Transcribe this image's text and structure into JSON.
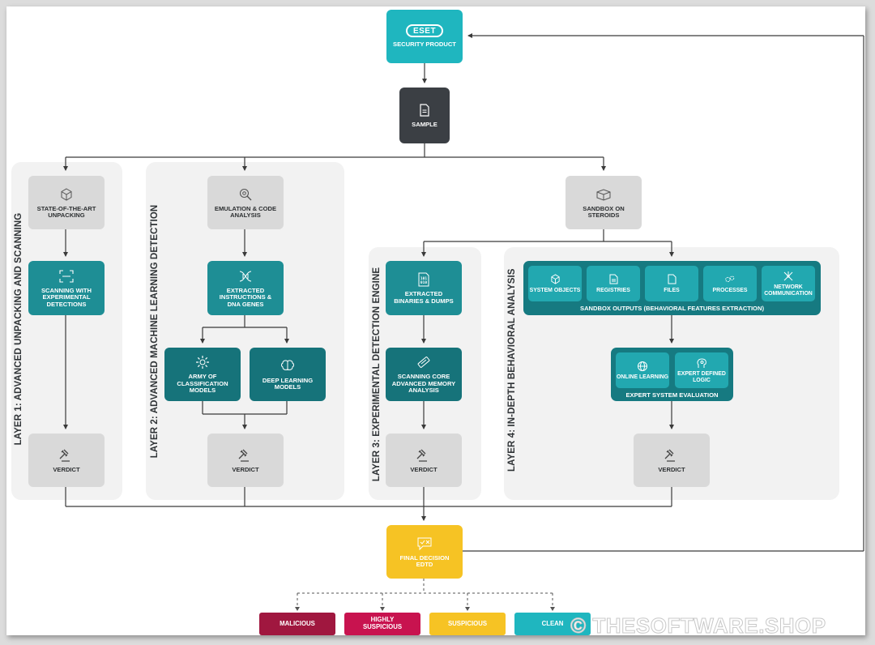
{
  "colors": {
    "gray_box": "#d9d9d9",
    "teal": "#1e8e95",
    "teal_dark": "#16737a",
    "cyan": "#1fb6bf",
    "dark": "#3b3f44",
    "yellow": "#f6c324",
    "malicious": "#a0173f",
    "highly_suspicious": "#c8134f",
    "suspicious": "#f6c324",
    "clean": "#1fb6bf",
    "panel": "#f2f2f2"
  },
  "top": {
    "logo": "eset",
    "security_product": "SECURITY PRODUCT",
    "sample": "SAMPLE"
  },
  "layer1": {
    "title": "LAYER 1: ADVANCED UNPACKING AND SCANNING",
    "unpacking": "STATE-OF-THE-ART UNPACKING",
    "scanning": "SCANNING WITH EXPERIMENTAL DETECTIONS",
    "verdict": "VERDICT"
  },
  "layer2": {
    "title": "LAYER 2: ADVANCED MACHINE LEARNING DETECTION",
    "emulation": "EMULATION & CODE ANALYSIS",
    "extracted": "EXTRACTED INSTRUCTIONS & DNA GENES",
    "army": "ARMY OF CLASSIFICATION MODELS",
    "deep": "DEEP LEARNING MODELS",
    "verdict": "VERDICT"
  },
  "sandbox": {
    "label": "SANDBOX ON STEROIDS"
  },
  "layer3": {
    "title": "LAYER 3: EXPERIMENTAL DETECTION ENGINE",
    "extracted": "EXTRACTED BINARIES & DUMPS",
    "scanning": "SCANNING CORE ADVANCED MEMORY ANALYSIS",
    "verdict": "VERDICT"
  },
  "layer4": {
    "title": "LAYER 4: IN-DEPTH BEHAVIORAL ANALYSIS",
    "outputs_title": "SANDBOX OUTPUTS (BEHAVIORAL FEATURES EXTRACTION)",
    "outputs": [
      "SYSTEM OBJECTS",
      "REGISTRIES",
      "FILES",
      "PROCESSES",
      "NETWORK COMMUNICATION"
    ],
    "expert_title": "EXPERT SYSTEM EVALUATION",
    "online": "ONLINE LEARNING",
    "expert_logic": "EXPERT DEFINED LOGIC",
    "verdict": "VERDICT"
  },
  "final": {
    "label": "FINAL DECISION EDTD"
  },
  "outcomes": [
    "MALICIOUS",
    "HIGHLY SUSPICIOUS",
    "SUSPICIOUS",
    "CLEAN"
  ],
  "watermark": "© THESOFTWARE.SHOP"
}
